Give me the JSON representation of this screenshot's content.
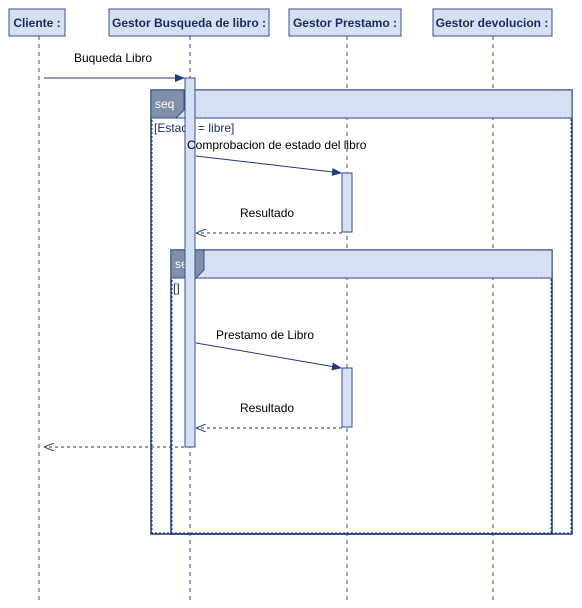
{
  "lifelines": [
    {
      "name": "Cliente :"
    },
    {
      "name": "Gestor Busqueda de libro :"
    },
    {
      "name": "Gestor Prestamo :"
    },
    {
      "name": "Gestor devolucion :"
    }
  ],
  "fragments": {
    "outer": {
      "operator": "seq",
      "guard": "[Estado = libre]"
    },
    "inner": {
      "operator": "seq",
      "guard": "[]"
    }
  },
  "messages": {
    "m1": {
      "label": "Buqueda Libro",
      "from": "Cliente :",
      "to": "Gestor Busqueda de libro :"
    },
    "m2": {
      "label": "Comprobacion de estado del libro",
      "from": "Gestor Busqueda de libro :",
      "to": "Gestor Prestamo :"
    },
    "m3": {
      "label": "Resultado",
      "from": "Gestor Prestamo :",
      "to": "Gestor Busqueda de libro :"
    },
    "m4": {
      "label": "Prestamo de  Libro",
      "from": "Gestor Busqueda de libro :",
      "to": "Gestor Prestamo :"
    },
    "m5": {
      "label": "Resultado",
      "from": "Gestor Prestamo :",
      "to": "Gestor Busqueda de libro :"
    },
    "m6": {
      "label": "",
      "from": "Gestor Busqueda de libro :",
      "to": "Cliente :"
    }
  },
  "colors": {
    "header_fill": "#d6e0f5",
    "stroke": "#1f3a7a",
    "tag_fill": "#8090a8"
  }
}
